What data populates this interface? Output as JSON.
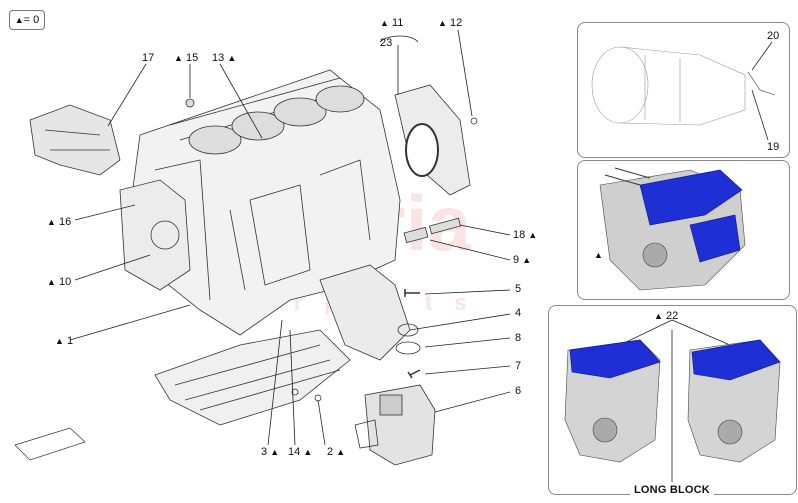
{
  "legend": {
    "symbol": "▲",
    "text": "= 0"
  },
  "watermark": {
    "line1": "scuderia",
    "line2": "c a r p a r t s"
  },
  "callouts": {
    "c17": "17",
    "c15": "15",
    "c13": "13",
    "c11": "11",
    "c23": "23",
    "c12": "12",
    "c16": "16",
    "c10": "10",
    "c1": "1",
    "c18": "18",
    "c9": "9",
    "c5": "5",
    "c4": "4",
    "c8": "8",
    "c7": "7",
    "c6": "6",
    "c3": "3",
    "c14": "14",
    "c2": "2",
    "c20": "20",
    "c19": "19",
    "c22": "22"
  },
  "long_block": {
    "title": "LONG BLOCK"
  },
  "colors": {
    "engine_blue": "#1f2fd6",
    "line": "#333333",
    "panel_border": "#888888",
    "watermark": "#dc2828"
  }
}
